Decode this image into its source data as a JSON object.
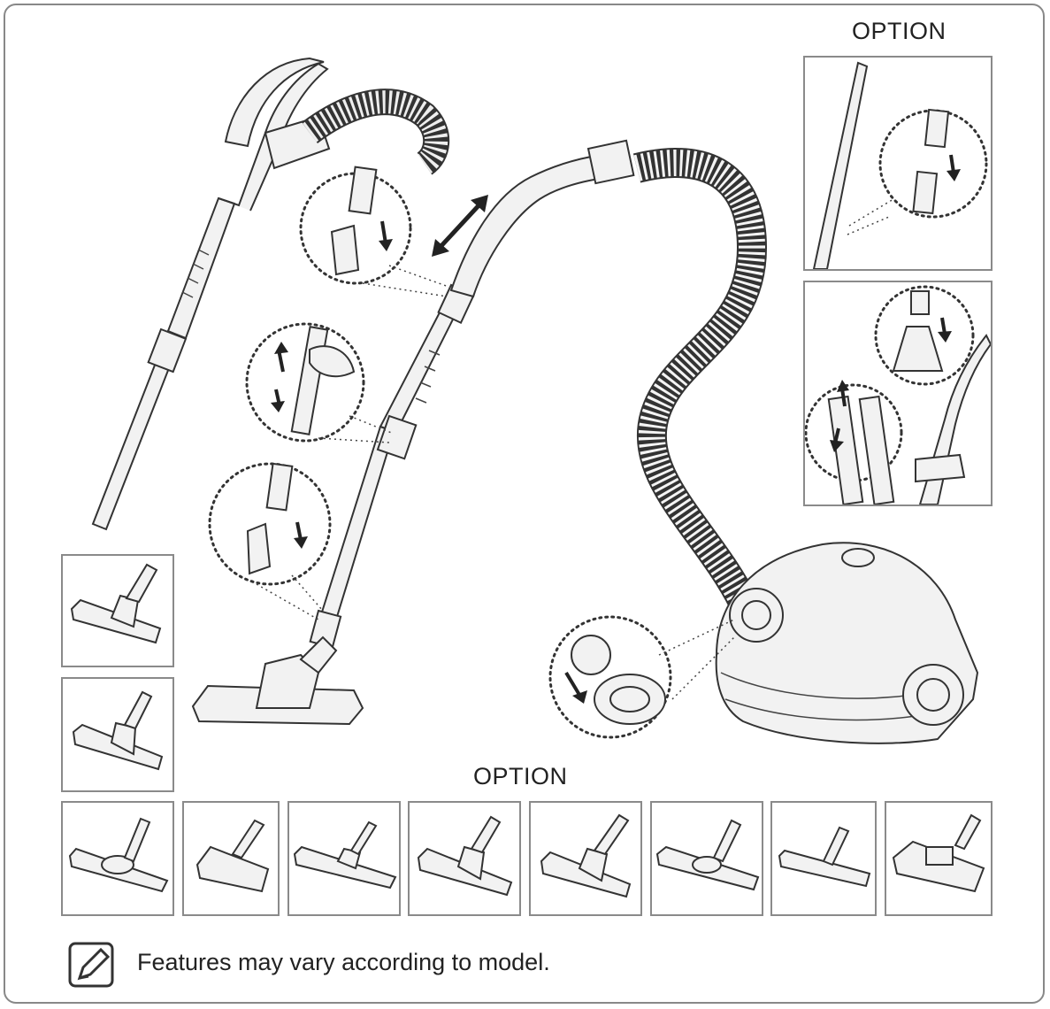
{
  "labels": {
    "option_top": "OPTION",
    "option_bottom": "OPTION"
  },
  "note": {
    "icon": "note-pencil-icon",
    "text": "Features may vary according to model."
  },
  "colors": {
    "line": "#333333",
    "frame": "#888888",
    "fill": "#f2f2f2"
  }
}
